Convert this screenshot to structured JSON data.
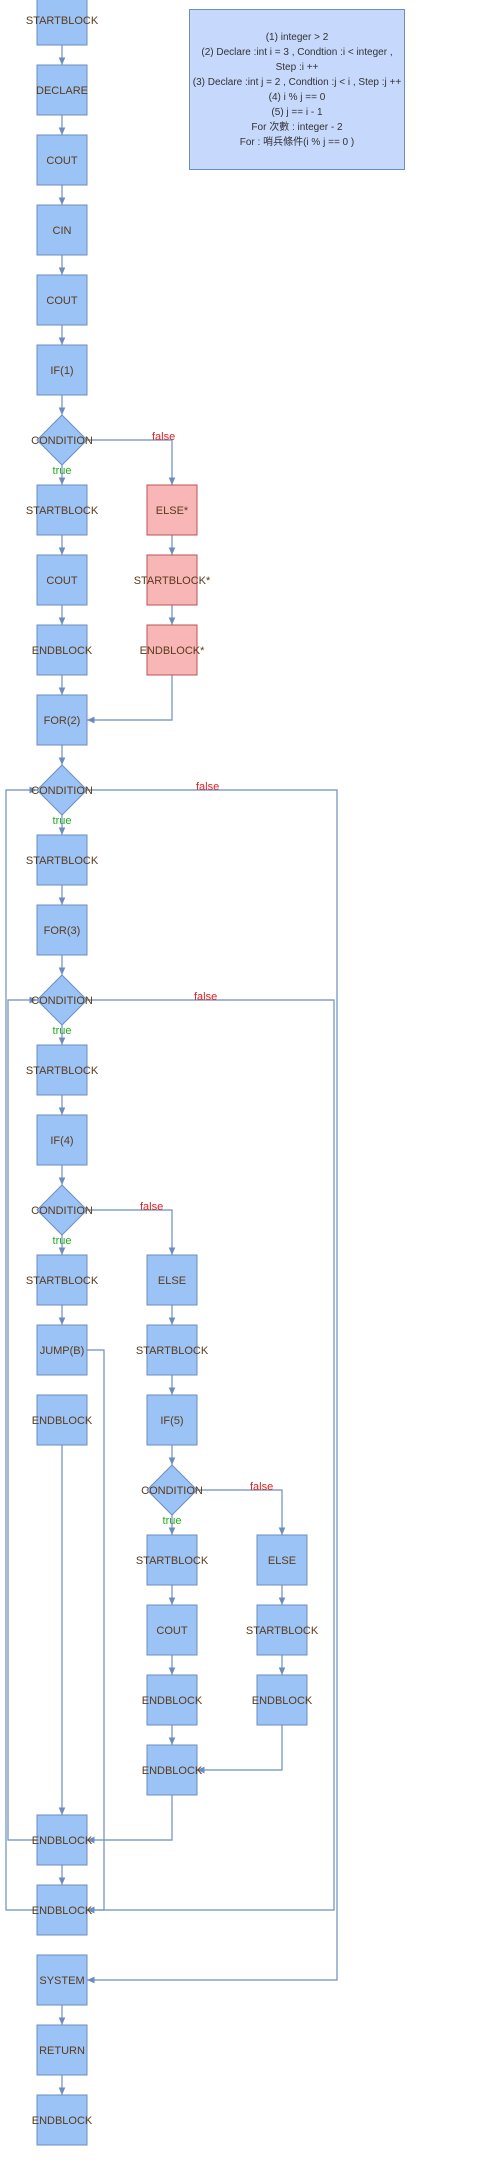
{
  "colors": {
    "node_fill": "#9cc3f5",
    "node_stroke": "#6c8ebf",
    "else_fill": "#f8b6b6",
    "else_stroke": "#b85450",
    "true_label": "#22aa22",
    "false_label": "#dd2222",
    "note_fill": "#c6d8fb"
  },
  "note": {
    "lines": [
      "(1) integer > 2",
      "(2)  Declare :int i = 3  , Condtion :i < integer , Step :i ++",
      "(3)  Declare :int j = 2  , Condtion :j < i , Step :j ++",
      "(4) i % j == 0",
      "(5) j == i - 1",
      "For 次數 : integer - 2",
      "For : 哨兵條件(i % j == 0 )"
    ]
  },
  "nodes": [
    {
      "id": "n1",
      "label": "STARTBLOCK",
      "shape": "rect"
    },
    {
      "id": "n2",
      "label": "DECLARE",
      "shape": "rect"
    },
    {
      "id": "n3",
      "label": "COUT",
      "shape": "rect"
    },
    {
      "id": "n4",
      "label": "CIN",
      "shape": "rect"
    },
    {
      "id": "n5",
      "label": "COUT",
      "shape": "rect"
    },
    {
      "id": "n6",
      "label": "IF(1)",
      "shape": "rect"
    },
    {
      "id": "d1",
      "label": "CONDITION",
      "shape": "diamond"
    },
    {
      "id": "n7",
      "label": "STARTBLOCK",
      "shape": "rect"
    },
    {
      "id": "n8",
      "label": "COUT",
      "shape": "rect"
    },
    {
      "id": "n9",
      "label": "ENDBLOCK",
      "shape": "rect"
    },
    {
      "id": "e1",
      "label": "ELSE*",
      "shape": "rect",
      "variant": "pink"
    },
    {
      "id": "e2",
      "label": "STARTBLOCK*",
      "shape": "rect",
      "variant": "pink"
    },
    {
      "id": "e3",
      "label": "ENDBLOCK*",
      "shape": "rect",
      "variant": "pink"
    },
    {
      "id": "n10",
      "label": "FOR(2)",
      "shape": "rect"
    },
    {
      "id": "d2",
      "label": "CONDITION",
      "shape": "diamond"
    },
    {
      "id": "n11",
      "label": "STARTBLOCK",
      "shape": "rect"
    },
    {
      "id": "n12",
      "label": "FOR(3)",
      "shape": "rect"
    },
    {
      "id": "d3",
      "label": "CONDITION",
      "shape": "diamond"
    },
    {
      "id": "n13",
      "label": "STARTBLOCK",
      "shape": "rect"
    },
    {
      "id": "n14",
      "label": "IF(4)",
      "shape": "rect"
    },
    {
      "id": "d4",
      "label": "CONDITION",
      "shape": "diamond"
    },
    {
      "id": "n15",
      "label": "STARTBLOCK",
      "shape": "rect"
    },
    {
      "id": "n16",
      "label": "JUMP(B)",
      "shape": "rect"
    },
    {
      "id": "n17",
      "label": "ENDBLOCK",
      "shape": "rect"
    },
    {
      "id": "m1",
      "label": "ELSE",
      "shape": "rect"
    },
    {
      "id": "m2",
      "label": "STARTBLOCK",
      "shape": "rect"
    },
    {
      "id": "m3",
      "label": "IF(5)",
      "shape": "rect"
    },
    {
      "id": "d5",
      "label": "CONDITION",
      "shape": "diamond"
    },
    {
      "id": "m4",
      "label": "STARTBLOCK",
      "shape": "rect"
    },
    {
      "id": "m5",
      "label": "COUT",
      "shape": "rect"
    },
    {
      "id": "m6",
      "label": "ENDBLOCK",
      "shape": "rect"
    },
    {
      "id": "m7",
      "label": "ENDBLOCK",
      "shape": "rect"
    },
    {
      "id": "r1",
      "label": "ELSE",
      "shape": "rect"
    },
    {
      "id": "r2",
      "label": "STARTBLOCK",
      "shape": "rect"
    },
    {
      "id": "r3",
      "label": "ENDBLOCK",
      "shape": "rect"
    },
    {
      "id": "n18",
      "label": "ENDBLOCK",
      "shape": "rect"
    },
    {
      "id": "n19",
      "label": "ENDBLOCK",
      "shape": "rect"
    },
    {
      "id": "n20",
      "label": "SYSTEM",
      "shape": "rect"
    },
    {
      "id": "n21",
      "label": "RETURN",
      "shape": "rect"
    },
    {
      "id": "n22",
      "label": "ENDBLOCK",
      "shape": "rect"
    }
  ],
  "edge_labels": [
    {
      "id": "l1",
      "text": "false",
      "kind": "false"
    },
    {
      "id": "l2",
      "text": "true",
      "kind": "true"
    },
    {
      "id": "l3",
      "text": "false",
      "kind": "false"
    },
    {
      "id": "l4",
      "text": "true",
      "kind": "true"
    },
    {
      "id": "l5",
      "text": "false",
      "kind": "false"
    },
    {
      "id": "l6",
      "text": "true",
      "kind": "true"
    },
    {
      "id": "l7",
      "text": "false",
      "kind": "false"
    },
    {
      "id": "l8",
      "text": "true",
      "kind": "true"
    },
    {
      "id": "l9",
      "text": "false",
      "kind": "false"
    },
    {
      "id": "l10",
      "text": "true",
      "kind": "true"
    }
  ]
}
